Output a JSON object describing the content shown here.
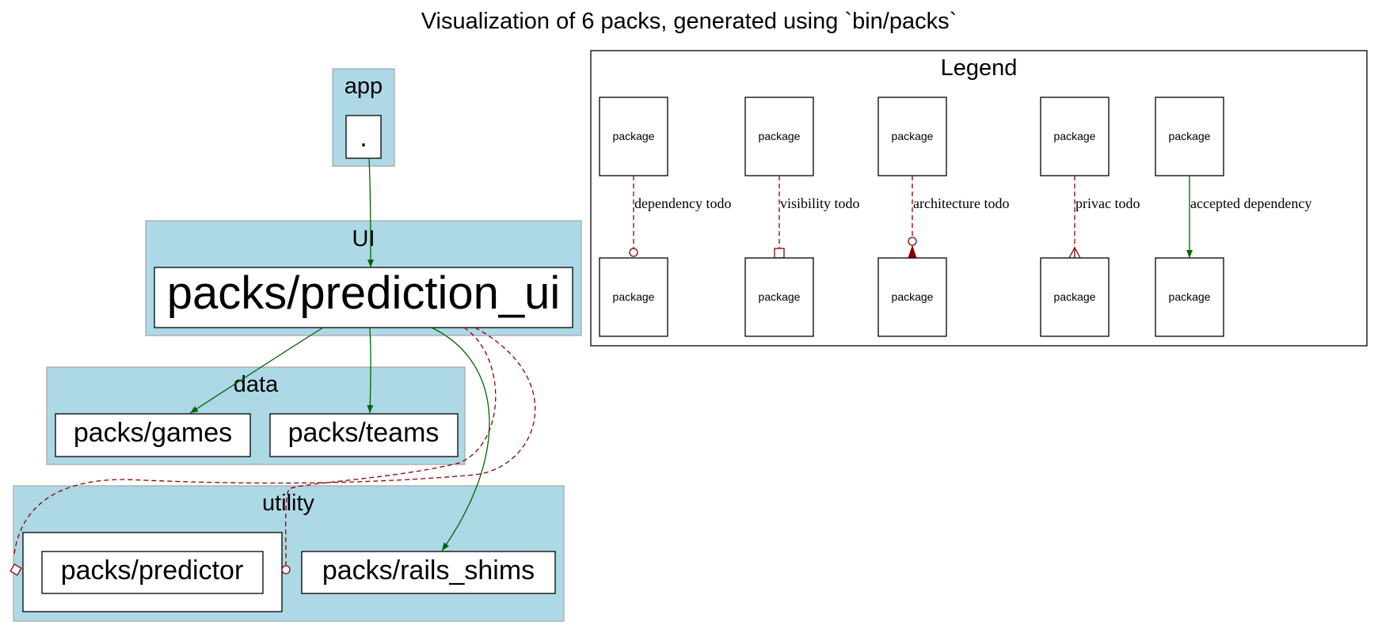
{
  "title": "Visualization of 6 packs, generated using `bin/packs`",
  "colors": {
    "cluster_fill": "#add8e6",
    "cluster_border": "#a9a9a9",
    "accepted_edge": "#006400",
    "todo_edge": "#8b0000"
  },
  "clusters": {
    "app": {
      "label": "app",
      "packages": {
        "root": "."
      }
    },
    "ui": {
      "label": "UI",
      "packages": {
        "prediction_ui": "packs/prediction_ui"
      }
    },
    "data": {
      "label": "data",
      "packages": {
        "games": "packs/games",
        "teams": "packs/teams"
      }
    },
    "utility": {
      "label": "utility",
      "packages": {
        "predictor": "packs/predictor",
        "rails_shims": "packs/rails_shims"
      }
    }
  },
  "edges": [
    {
      "from": ".",
      "to": "packs/prediction_ui",
      "type": "accepted dependency"
    },
    {
      "from": "packs/prediction_ui",
      "to": "packs/games",
      "type": "accepted dependency"
    },
    {
      "from": "packs/prediction_ui",
      "to": "packs/teams",
      "type": "accepted dependency"
    },
    {
      "from": "packs/prediction_ui",
      "to": "packs/rails_shims",
      "type": "accepted dependency"
    },
    {
      "from": "packs/prediction_ui",
      "to": "packs/predictor",
      "type": "dependency todo"
    },
    {
      "from": "packs/prediction_ui",
      "to": "packs/predictor",
      "type": "visibility todo"
    }
  ],
  "legend": {
    "title": "Legend",
    "node_label": "package",
    "items": [
      {
        "label": "dependency todo",
        "arrow": "circle"
      },
      {
        "label": "visibility todo",
        "arrow": "box"
      },
      {
        "label": "architecture todo",
        "arrow": "odot-normal"
      },
      {
        "label": "privac todo",
        "arrow": "crow"
      },
      {
        "label": "accepted dependency",
        "arrow": "normal"
      }
    ]
  }
}
